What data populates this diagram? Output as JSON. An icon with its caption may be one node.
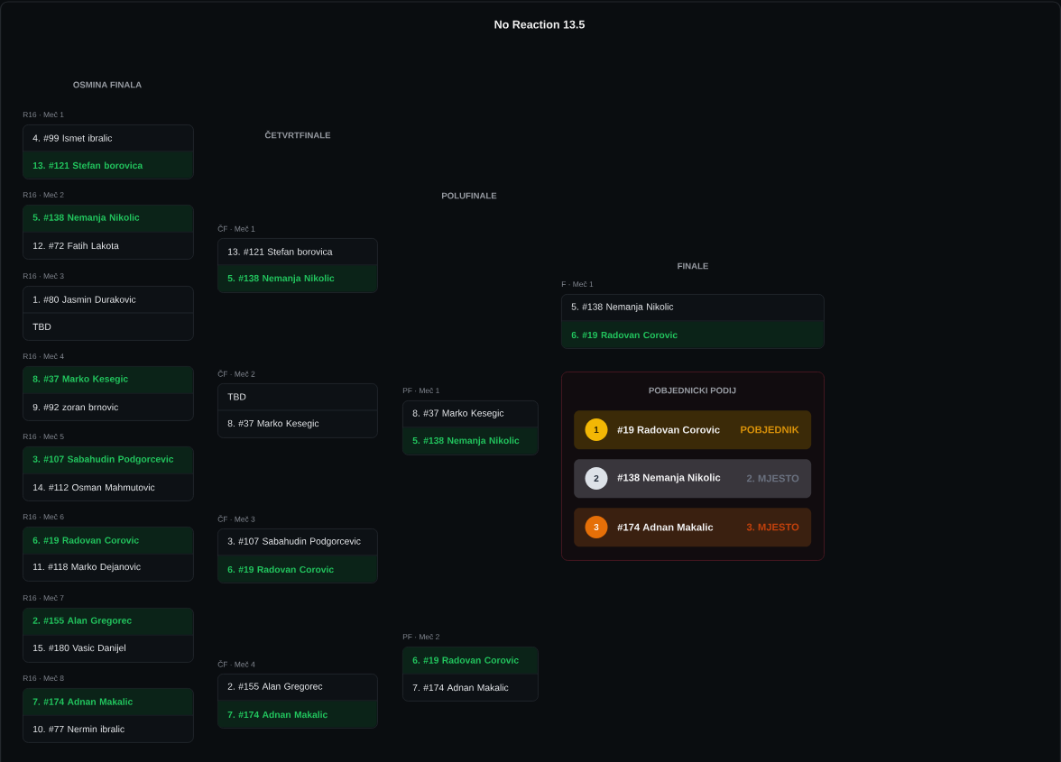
{
  "diagram": {
    "title": "No Reaction 13.5",
    "nodes": [
      {
        "text": [
          "R16 · Meč 1"
        ]
      },
      {
        "text": [
          "4. #99 Ismet ibralic"
        ],
        "in": 0
      },
      {
        "text": [
          "13. #121 Stefan borovica"
        ],
        "in": 0
      },
      {
        "text": [
          "R16 · Meč 2"
        ]
      },
      {
        "text": [
          "5. #138 Nemanja Nikolic"
        ],
        "in": 3
      },
      {
        "text": [
          "12. #72 Fatih Lakota"
        ],
        "in": 3
      },
      {
        "text": [
          "R16 · Meč 3"
        ]
      },
      {
        "text": [
          "1. #80 Jasmin Durakovic"
        ],
        "in": 6
      },
      {
        "text": [
          "TBD"
        ],
        "in": 6
      },
      {
        "text": [
          "R16 · Meč 4"
        ]
      },
      {
        "text": [
          "8. #37 Marko Kesegic"
        ],
        "in": 9
      },
      {
        "text": [
          "9. #92 zoran brnovic"
        ],
        "in": 9
      },
      {
        "text": [
          "R16 · Meč 5"
        ]
      },
      {
        "text": [
          "3. #107 Sabahudin Podgorcevic"
        ],
        "in": 12
      },
      {
        "text": [
          "14. #112 Osman Mahmutovic"
        ],
        "in": 12
      },
      {
        "text": [
          "R16 · Meč 6"
        ]
      },
      {
        "text": [
          "6. #19 Radovan Corovic"
        ],
        "in": 15
      },
      {
        "text": [
          "11. #118 Marko Dejanovic"
        ],
        "in": 15
      },
      {
        "text": [
          "R16 · Meč 7"
        ]
      },
      {
        "text": [
          "2. #155 Alan Gregorec"
        ],
        "in": 18
      },
      {
        "text": [
          "15. #180 Vasic Danijel"
        ],
        "in": 18
      },
      {
        "text": [
          "R16 · Meč 8"
        ]
      },
      {
        "text": [
          "7. #174 Adnan Makalic"
        ],
        "in": 21
      },
      {
        "text": [
          "10. #77 Nermin ibralic"
        ],
        "in": 21
      },
      {
        "text": [
          "ČF · Meč 1"
        ]
      },
      {
        "text": [
          "13. #121 Stefan borovica"
        ],
        "in": 24
      },
      {
        "text": [
          "5. #138 Nemanja Nikolic"
        ],
        "in": 24
      },
      {
        "text": [
          "ČF · Meč 2"
        ]
      },
      {
        "text": [
          "TBD"
        ],
        "in": 27
      },
      {
        "text": [
          "8. #37 Marko Kesegic"
        ],
        "in": 27
      },
      {
        "text": [
          "ČF · Meč 3"
        ]
      },
      {
        "text": [
          "3. #107 Sabahudin Podgorcevic"
        ],
        "in": 30
      },
      {
        "text": [
          "6. #19 Radovan Corovic"
        ],
        "in": 30
      },
      {
        "text": [
          "ČF · Meč 4"
        ]
      },
      {
        "text": [
          "2. #155 Alan Gregorec"
        ],
        "in": 33
      },
      {
        "text": [
          "7. #174 Adnan Makalic"
        ],
        "in": 33
      },
      {
        "text": [
          "PF · Meč 1"
        ]
      },
      {
        "text": [
          "8. #37 Marko Kesegic"
        ],
        "in": 36
      },
      {
        "text": [
          "5. #138 Nemanja Nikolic"
        ],
        "in": 36
      },
      {
        "text": [
          "PF · Meč 2"
        ]
      },
      {
        "text": [
          "6. #19 Radovan Corovic"
        ],
        "in": 39
      },
      {
        "text": [
          "7. #174 Adnan Makalic"
        ],
        "in": 39
      },
      {
        "text": [
          "F · Meč 1"
        ]
      },
      {
        "text": [
          "5. #138 Nemanja Nikolic"
        ],
        "in": 42
      },
      {
        "text": [
          "6. #19 Radovan Corovic"
        ],
        "in": 42
      },
      {
        "text": [
          "POBJEDNICKI PODIJ"
        ]
      },
      {
        "text": [
          "#19 Radovan Corovic",
          "POBJEDNIK"
        ],
        "in": 45
      },
      {
        "text": [
          "1"
        ],
        "in": 46
      },
      {
        "text": [
          "#138 Nemanja Nikolic",
          "2. MJESTO"
        ],
        "in": 45
      },
      {
        "text": [
          "2"
        ],
        "in": 48
      },
      {
        "text": [
          "#174 Adnan Makalic",
          "3. MJESTO"
        ],
        "in": 45
      },
      {
        "text": [
          "3"
        ],
        "in": 50
      }
    ],
    "labels": [
      "OSMINA FINALA",
      "ČETVRTFINALE",
      "POLUFINALE",
      "FINALE"
    ]
  }
}
